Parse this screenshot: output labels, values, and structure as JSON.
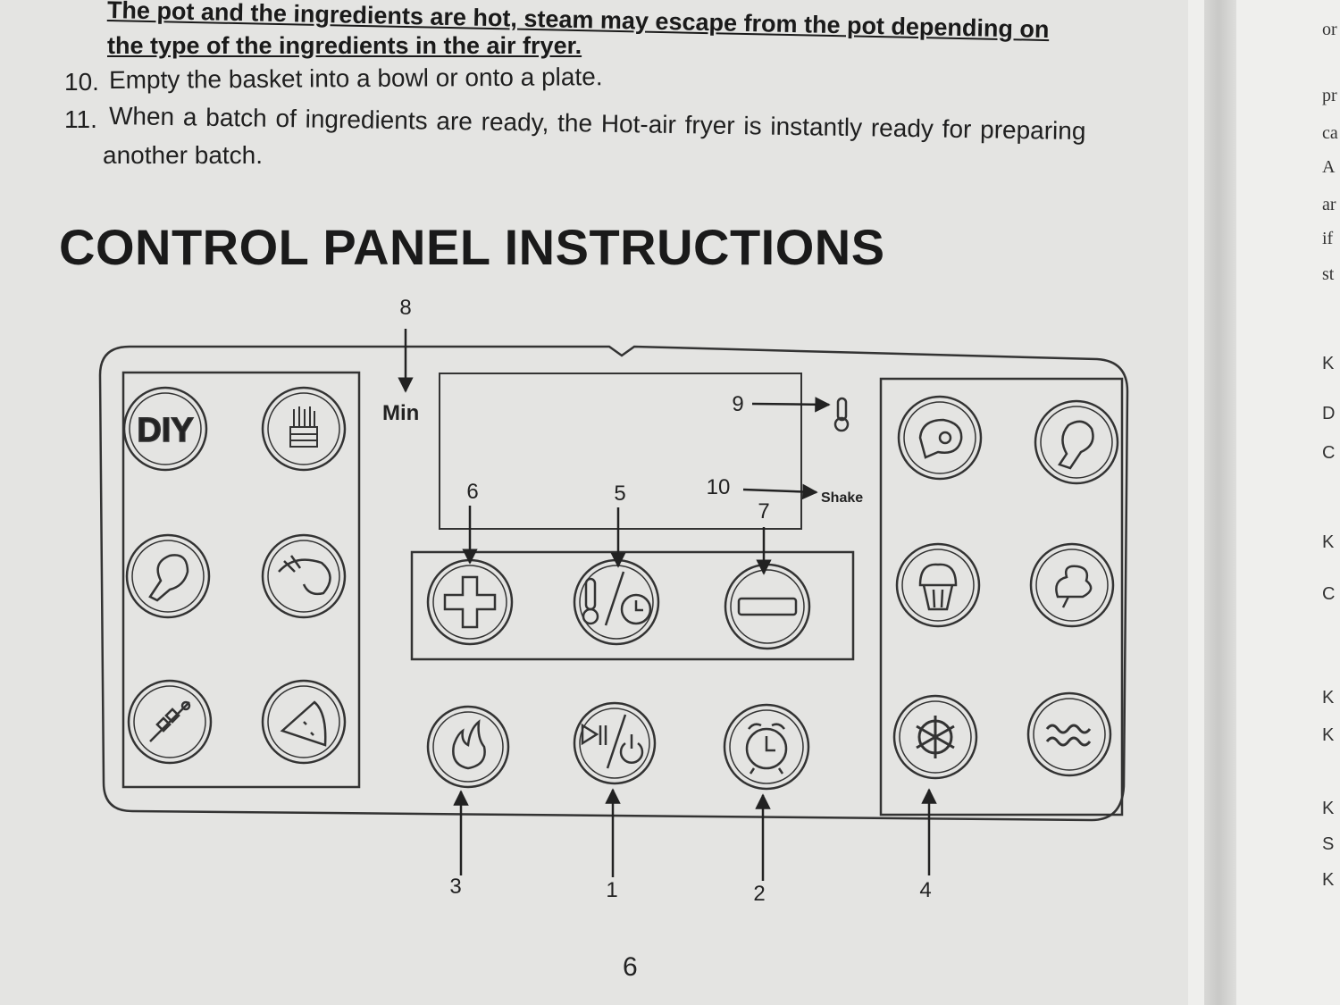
{
  "text": {
    "warning_line1": "The pot and the ingredients are hot, steam may escape from the pot depending on",
    "warning_line2": "the type of the ingredients in the air fryer.",
    "step10_num": "10.",
    "step10_text": "Empty the basket into a bowl or onto a plate.",
    "step11_num": "11.",
    "step11_line1": "When a batch of ingredients are ready, the Hot-air fryer is instantly ready for preparing",
    "step11_line2": "another batch."
  },
  "heading": "CONTROL PANEL INSTRUCTIONS",
  "diagram": {
    "display_min": "Min",
    "display_shake": "Shake",
    "diy_label": "DIY",
    "callouts": {
      "c1": "1",
      "c2": "2",
      "c3": "3",
      "c4": "4",
      "c5": "5",
      "c6": "6",
      "c7": "7",
      "c8": "8",
      "c9": "9",
      "c10": "10"
    },
    "icons": {
      "left_presets": [
        "diy-icon",
        "fries-icon",
        "fish-icon",
        "shrimp-icon",
        "skewer-icon",
        "pizza-icon"
      ],
      "right_presets": [
        "steak-icon",
        "chicken-leg-icon",
        "cake-icon",
        "vegetable-icon",
        "defrost-icon",
        "bacon-icon"
      ],
      "controls": [
        "plus-icon",
        "temp-time-icon",
        "minus-icon",
        "preheat-flame-icon",
        "start-pause-power-icon",
        "alarm-timer-icon"
      ]
    }
  },
  "page_number": "6",
  "right_page_fragments": [
    "or",
    "pr",
    "ca",
    "A",
    "ar",
    "if",
    "st",
    "K",
    "D",
    "C",
    "K",
    "C",
    "K",
    "K",
    "K",
    "S",
    "K"
  ]
}
